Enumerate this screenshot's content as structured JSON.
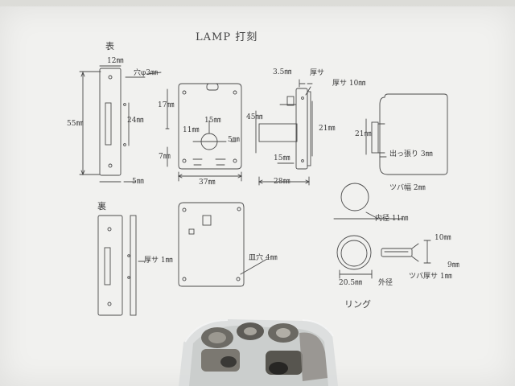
{
  "title": "LAMP 打刻",
  "labels": {
    "front": "表",
    "back": "裏",
    "dim_12": "12㎜",
    "dim_hole3": "穴φ3㎜",
    "dim_55": "55㎜",
    "dim_24": "24㎜",
    "dim_5": "5㎜",
    "dim_17": "17㎜",
    "dim_15a": "15㎜",
    "dim_11": "11㎜",
    "dim_5b": "5㎜",
    "dim_7": "7㎜",
    "dim_37": "37㎜",
    "dim_3_5": "3.5㎜",
    "dim_thk": "厚サ",
    "dim_thk10": "厚サ 10㎜",
    "dim_45": "45㎜",
    "dim_21": "21㎜",
    "dim_15b": "15㎜",
    "dim_28": "28㎜",
    "dim_21b": "21㎜",
    "dim_bump": "出っ張り 3㎜",
    "dim_thk1": "厚サ 1㎜",
    "dim_holes4": "皿穴 4㎜",
    "flange_width": "ツバ幅 2㎜",
    "inner_dia": "内径 11㎜",
    "dim_10": "10㎜",
    "dim_9": "9㎜",
    "outer_dia_val": "20.5㎜",
    "outer_dia": "外径",
    "flange_thk": "ツバ厚サ 1㎜",
    "ring": "リング"
  },
  "colors": {
    "pencil": "#4a4a4a",
    "paper": "#f1f1ef",
    "plastic": "#d9dcdc",
    "metal": "#6f6f69"
  },
  "icons": [
    "lock-cylinder-bag"
  ]
}
